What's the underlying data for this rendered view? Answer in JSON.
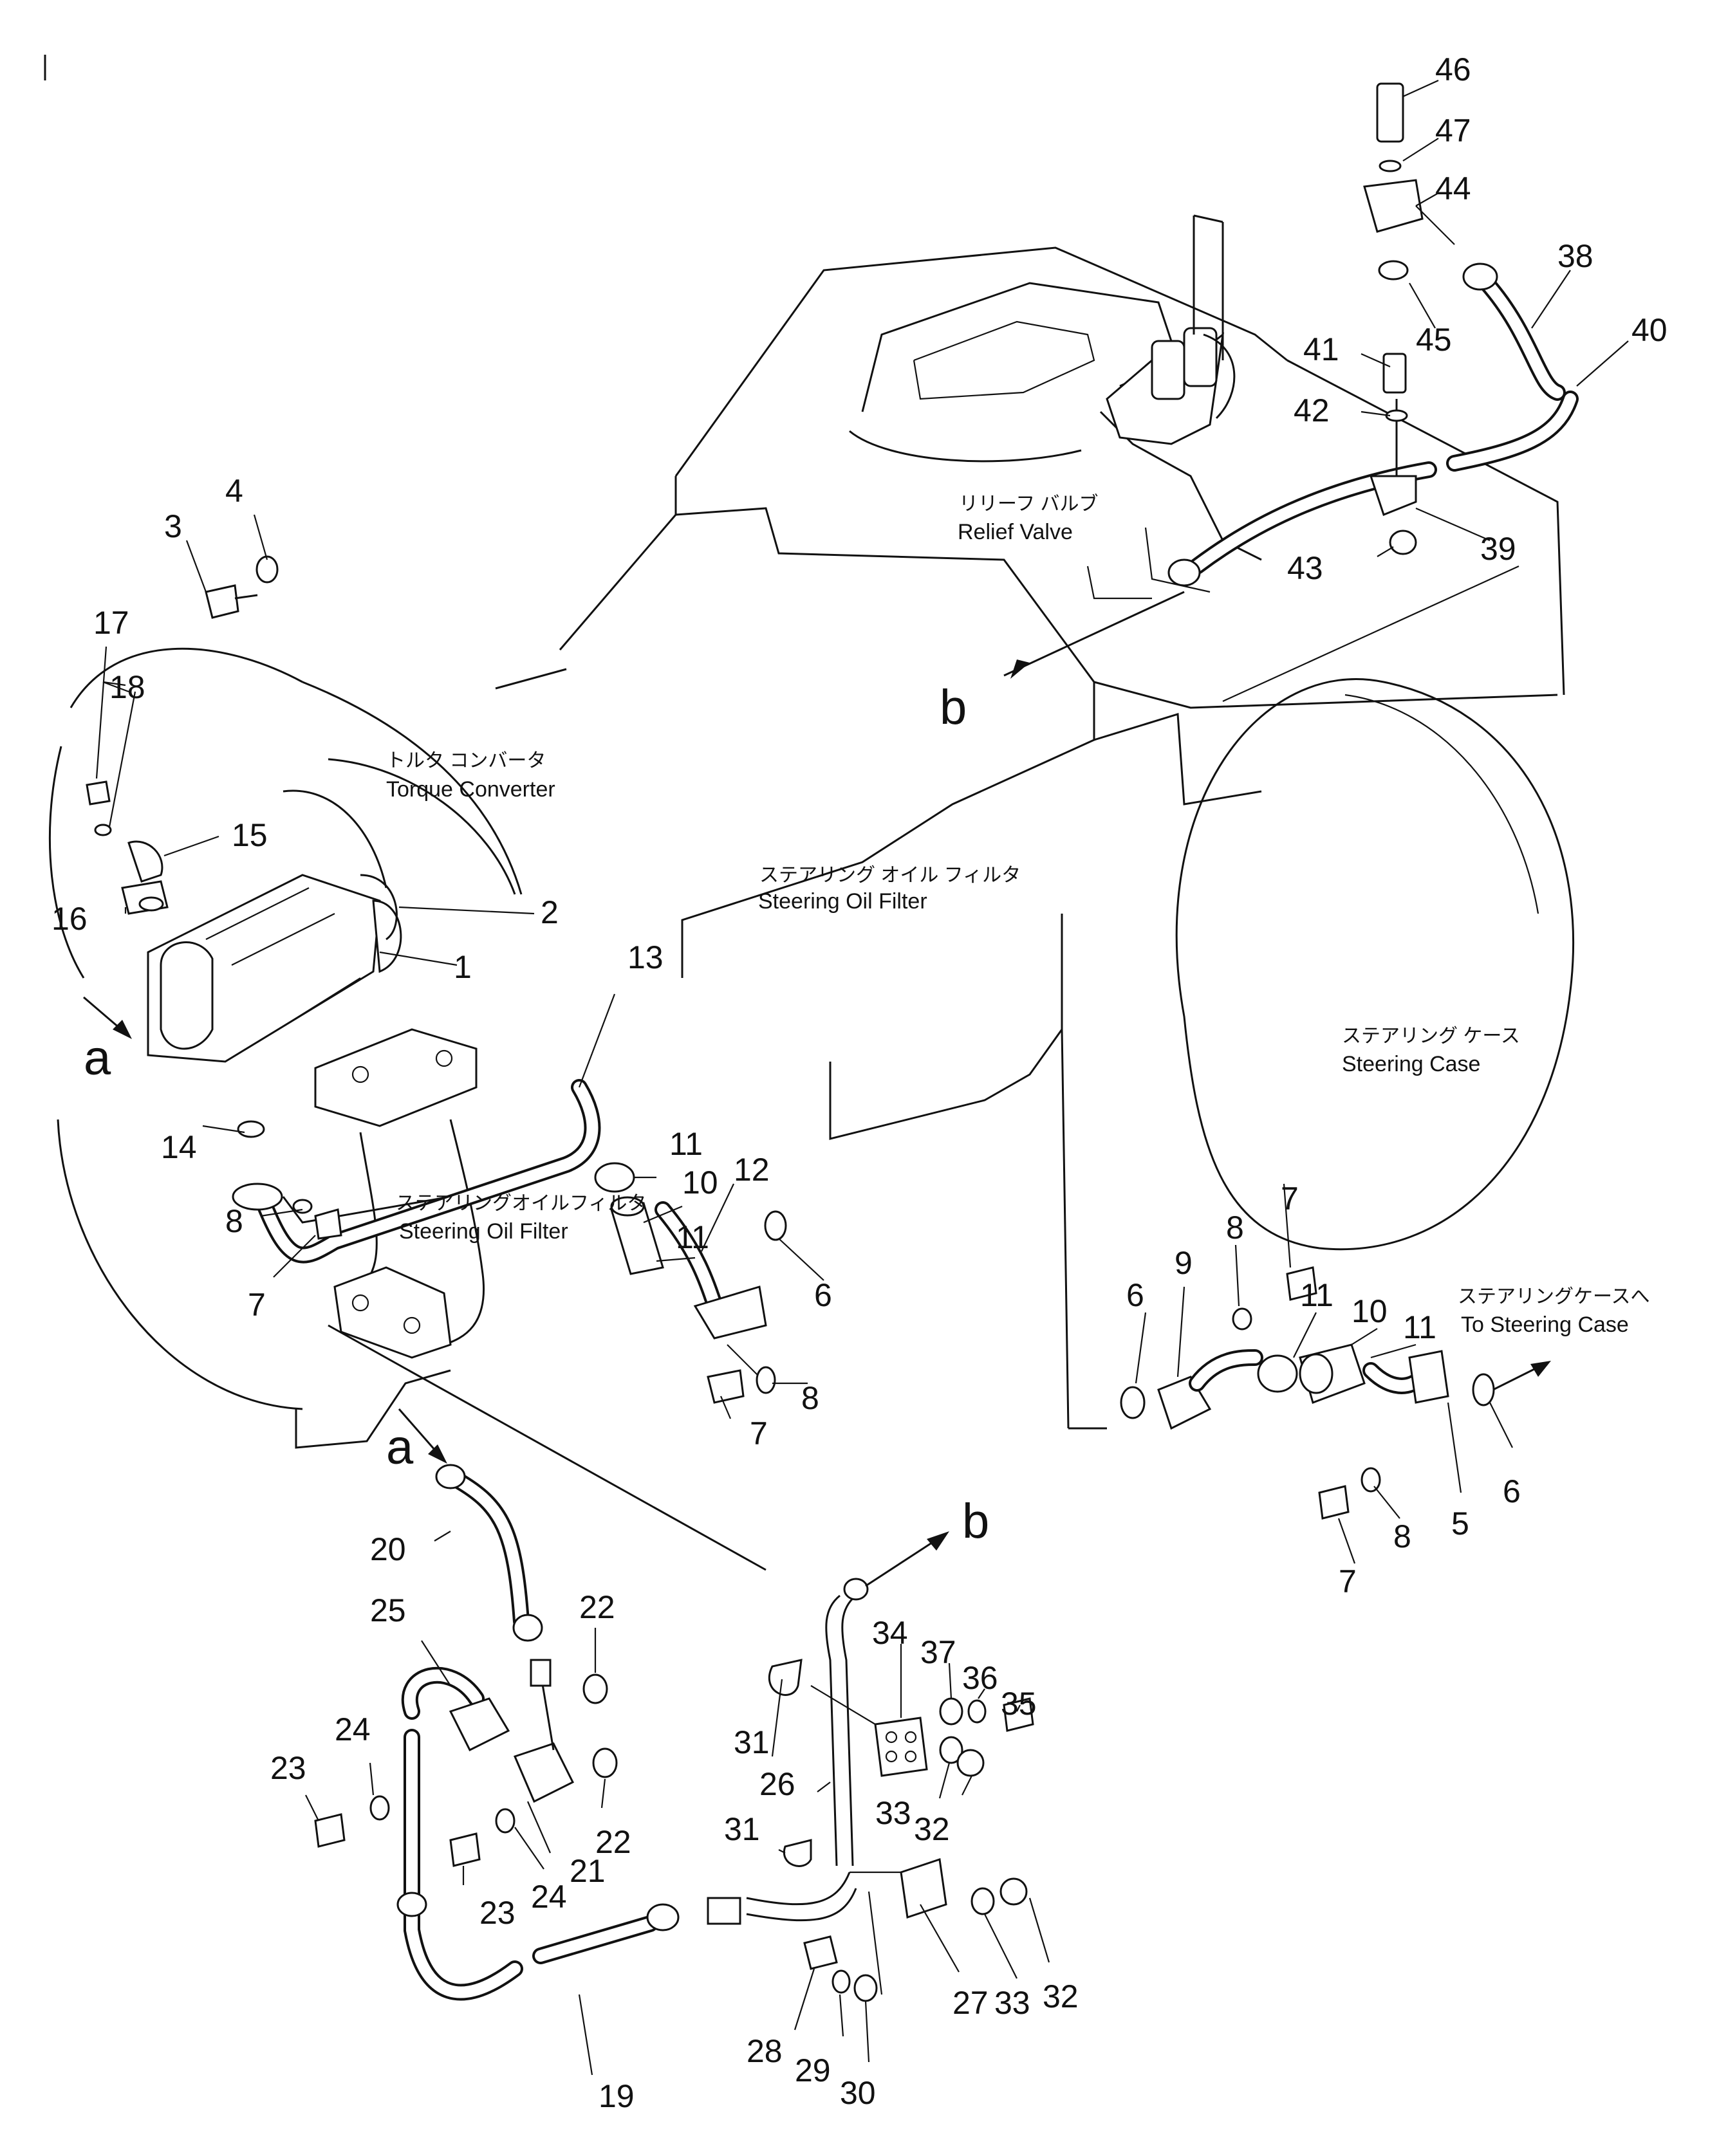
{
  "labels": {
    "relief_valve_jp": "リリーフ バルブ",
    "relief_valve_en": "Relief Valve",
    "torque_converter_jp": "トルク コンバータ",
    "torque_converter_en": "Torque Converter",
    "steering_oil_filter_upper_jp": "ステアリング オイル フィルタ",
    "steering_oil_filter_upper_en": "Steering Oil Filter",
    "steering_oil_filter_lower_jp": "ステアリングオイルフィルタ",
    "steering_oil_filter_lower_en": "Steering Oil Filter",
    "steering_case_jp": "ステアリング ケース",
    "steering_case_en": "Steering Case",
    "to_steering_case_jp": "ステアリングケースへ",
    "to_steering_case_en": "To Steering Case"
  },
  "view_markers": [
    "a",
    "b"
  ],
  "part_numbers": [
    "1",
    "2",
    "3",
    "4",
    "5",
    "6",
    "7",
    "8",
    "9",
    "10",
    "11",
    "12",
    "13",
    "14",
    "15",
    "16",
    "17",
    "18",
    "19",
    "20",
    "21",
    "22",
    "23",
    "24",
    "25",
    "26",
    "27",
    "28",
    "29",
    "30",
    "31",
    "32",
    "33",
    "34",
    "35",
    "36",
    "37",
    "38",
    "39",
    "40",
    "41",
    "42",
    "43",
    "44",
    "45",
    "46",
    "47"
  ]
}
